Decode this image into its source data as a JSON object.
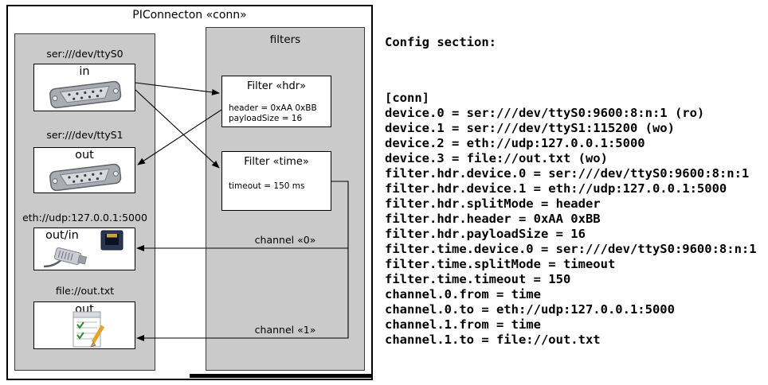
{
  "diagram": {
    "title": "PIConnecton «conn»",
    "filters_panel_title": "filters",
    "devices": [
      {
        "label": "ser:///dev/ttyS0",
        "role": "in",
        "icon": "serial-connector-icon"
      },
      {
        "label": "ser:///dev/ttyS1",
        "role": "out",
        "icon": "serial-connector-icon"
      },
      {
        "label": "eth://udp:127.0.0.1:5000",
        "role": "out/in",
        "icon": "ethernet-icon"
      },
      {
        "label": "file://out.txt",
        "role": "out",
        "icon": "document-icon"
      }
    ],
    "filters": [
      {
        "title": "Filter «hdr»",
        "params": [
          "header = 0xAA 0xBB",
          "payloadSize = 16"
        ]
      },
      {
        "title": "Filter «time»",
        "params": [
          "timeout = 150 ms"
        ]
      }
    ],
    "channels": [
      {
        "label": "channel «0»"
      },
      {
        "label": "channel «1»"
      }
    ],
    "colors": {
      "panel_gray": "#cacaca",
      "line": "#000000"
    }
  },
  "config": {
    "title": "Config section:",
    "lines": [
      "[conn]",
      "device.0 = ser:///dev/ttyS0:9600:8:n:1 (ro)",
      "device.1 = ser:///dev/ttyS1:115200 (wo)",
      "device.2 = eth://udp:127.0.0.1:5000",
      "device.3 = file://out.txt (wo)",
      "filter.hdr.device.0 = ser:///dev/ttyS0:9600:8:n:1",
      "filter.hdr.device.1 = eth://udp:127.0.0.1:5000",
      "filter.hdr.splitMode = header",
      "filter.hdr.header = 0xAA 0xBB",
      "filter.hdr.payloadSize = 16",
      "filter.time.device.0 = ser:///dev/ttyS0:9600:8:n:1",
      "filter.time.splitMode = timeout",
      "filter.time.timeout = 150",
      "channel.0.from = time",
      "channel.0.to = eth://udp:127.0.0.1:5000",
      "channel.1.from = time",
      "channel.1.to = file://out.txt"
    ]
  }
}
